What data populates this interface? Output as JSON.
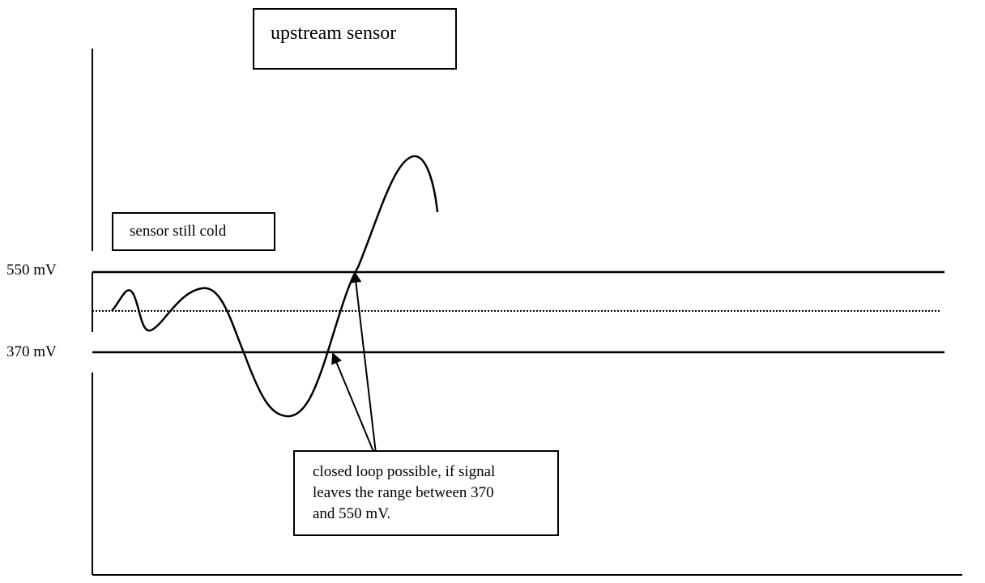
{
  "title_box": {
    "text": "upstream sensor"
  },
  "cold_box": {
    "text": "sensor still cold"
  },
  "note_box": {
    "lines": [
      "closed loop possible, if signal",
      "leaves the range between 370",
      "and 550 mV."
    ]
  },
  "levels": {
    "upper": {
      "label": "550 mV",
      "value": 550
    },
    "lower": {
      "label": "370 mV",
      "value": 370
    }
  },
  "colors": {
    "line": "#000000",
    "background": "#ffffff"
  }
}
